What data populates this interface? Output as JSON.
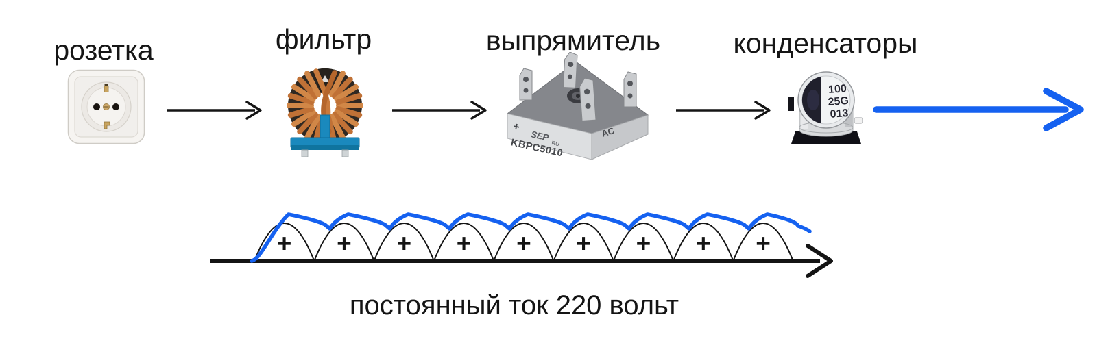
{
  "palette": {
    "background": "#ffffff",
    "ink": "#161616",
    "accent_blue": "#1561f0"
  },
  "stages": [
    {
      "id": "socket",
      "label": "розетка"
    },
    {
      "id": "filter",
      "label": "фильтр"
    },
    {
      "id": "rectifier",
      "label": "выпрямитель",
      "markings": {
        "plus": "+",
        "brand": "SEP",
        "cert_mark": "RU",
        "ac": "AC",
        "part_number": "KBPC5010"
      }
    },
    {
      "id": "capacitors",
      "label": "конденсаторы",
      "markings": {
        "line1": "100",
        "line2": "25G",
        "line3": "013"
      }
    }
  ],
  "waveform": {
    "hump_count": 9,
    "hump_sign": "+",
    "caption": "постоянный ток 220 вольт"
  }
}
